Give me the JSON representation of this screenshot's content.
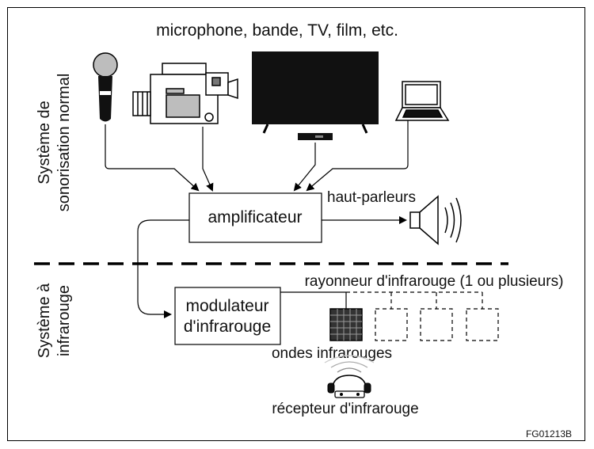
{
  "sources_title": "microphone, bande, TV, film, etc.",
  "section_normal": {
    "line1": "Système de",
    "line2": "sonorisation normal"
  },
  "section_ir": {
    "line1": "Système à",
    "line2": "infrarouge"
  },
  "amplifier_label": "amplificateur",
  "speakers_label": "haut-parleurs",
  "modulator": {
    "line1": "modulateur",
    "line2": "d'infrarouge"
  },
  "radiator_label": "rayonneur d'infrarouge (1 ou plusieurs)",
  "waves_label": "ondes infrarouges",
  "receiver_label": "récepteur d'infrarouge",
  "figure_code": "FG01213B",
  "device_icons": [
    "microphone-icon",
    "camcorder-icon",
    "television-icon",
    "laptop-icon",
    "speaker-icon",
    "ir-radiator-icon",
    "ir-receiver-icon"
  ]
}
